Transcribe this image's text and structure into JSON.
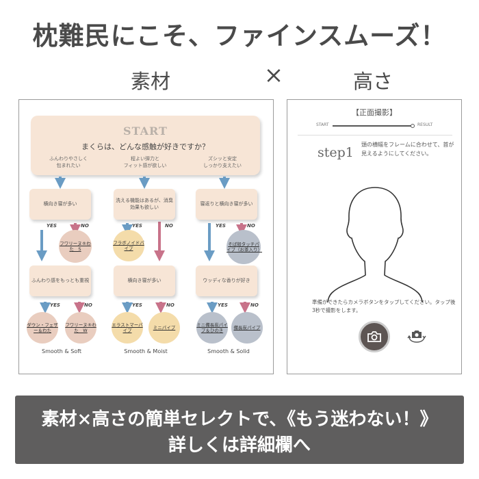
{
  "headline": "枕難民にこそ、ファインスムーズ！",
  "subheadings": {
    "left": "素材",
    "times": "×",
    "right": "高さ"
  },
  "flowchart": {
    "start_title": "START",
    "start_question": "まくらは、どんな感触が好きですか？",
    "start_options": [
      {
        "line1": "ふんわりやさしく",
        "line2": "包まれたい"
      },
      {
        "line1": "程よい弾力と",
        "line2": "フィット感が欲しい"
      },
      {
        "line1": "ズシッと安定",
        "line2": "しっかり支えたい"
      }
    ],
    "questions_row1": [
      "横向き寝が多い",
      "洗える機能はあるが、消臭効果も欲しい",
      "寝返りと横向き寝が多い"
    ],
    "questions_row2": [
      "ふんわり感をもっとも重視",
      "横向き寝が多い",
      "ウッディな香りが好き"
    ],
    "yes_label": "YES",
    "no_label": "NO",
    "mid_results": [
      "フワリーヌ®わた　S",
      "フラボノイドパイプ",
      "そば殻タッチパイプ（お茶入り）"
    ],
    "final_results": [
      "ダウン・フェザー＆わた",
      "フワリーヌ®わた　W",
      "エラストマーパイプ",
      "ミニパイプ",
      "ミニ備長炭パイプ＆ひのき",
      "備長炭パイプ"
    ],
    "footers": [
      "Smooth & Soft",
      "Smooth & Moist",
      "Smooth & Solid"
    ],
    "colors": {
      "box": "#f7e5d6",
      "yes_arrow": "#6a9cc4",
      "no_arrow": "#c8738a",
      "soft": "#e9cdbf",
      "moist": "#f4dcaa",
      "solid": "#b9c0cb"
    }
  },
  "camera": {
    "title": "【正面撮影】",
    "progress_start": "START",
    "progress_end": "RESULT",
    "step_label": "step1",
    "step_text": "頭の横幅をフレームに合わせて、首が見えるようにしてください。",
    "instruction": "準備ができたらカメラボタンをタップしてください。タップ後3秒で撮影をします。",
    "icons": {
      "shutter": "camera-icon",
      "switch": "switch-camera-icon"
    }
  },
  "banner": {
    "line1": "素材×高さの簡単セレクトで、《もう迷わない！》",
    "line2": "詳しくは詳細欄へ"
  }
}
